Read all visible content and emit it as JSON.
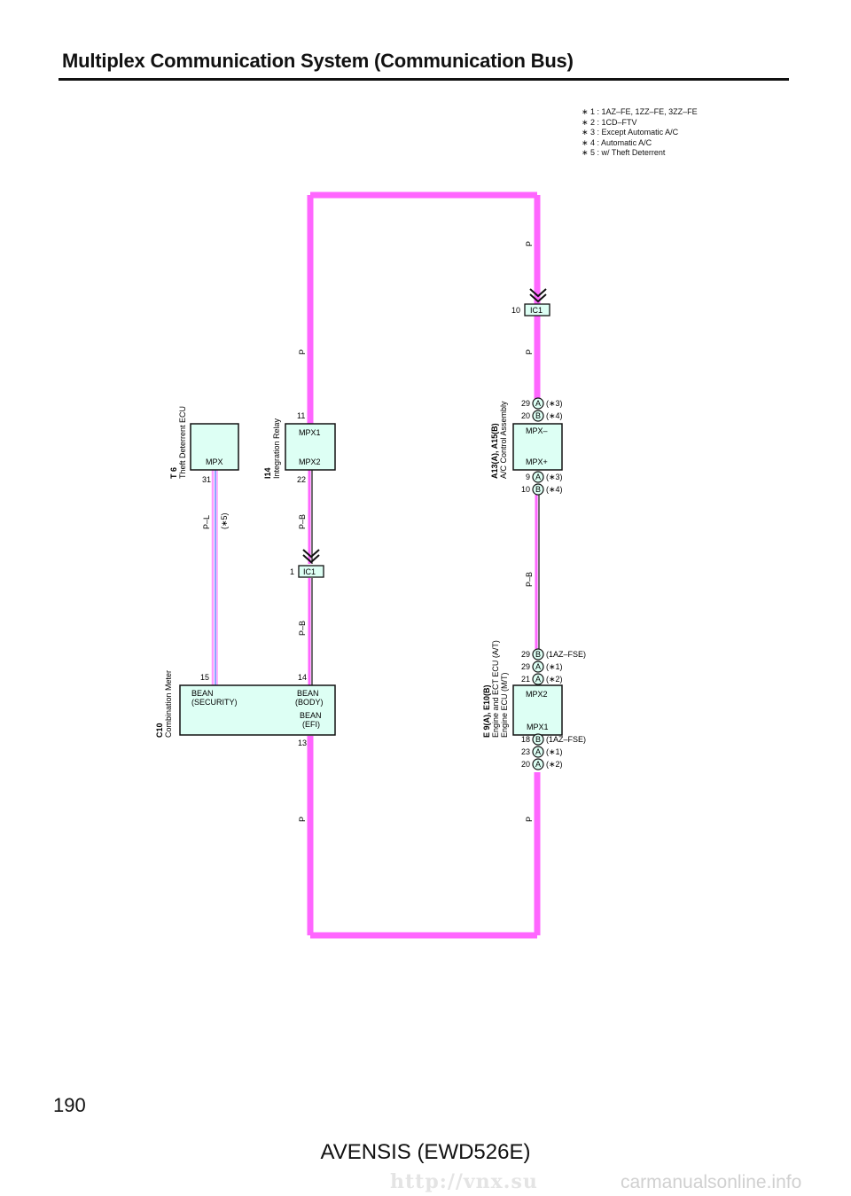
{
  "page": {
    "title": "Multiplex Communication System (Communication Bus)",
    "page_number": "190",
    "model": "AVENSIS (EWD526E)",
    "watermark_left": "http://vnx.su",
    "watermark_right": "carmanualsonline.info"
  },
  "notes": [
    "∗ 1 : 1AZ–FE,  1ZZ–FE,  3ZZ–FE",
    "∗ 2 : 1CD–FTV",
    "∗ 3 : Except Automatic A/C",
    "∗ 4 : Automatic A/C",
    "∗ 5 : w/ Theft Deterrent"
  ],
  "colors": {
    "bus_pink": "#ff66ff",
    "box_fill": "#ddfff4",
    "wire_blue": "#6688ff",
    "wire_dark": "#111111"
  },
  "components": {
    "t6": {
      "code": "T 6",
      "name": "Theft Deterrent ECU",
      "pin_label": "MPX",
      "pin": "31",
      "wire": "P–L",
      "note": "(∗5)"
    },
    "i14": {
      "code": "I14",
      "name": "Integration Relay",
      "pin1_label": "MPX1",
      "pin1": "11",
      "pin2_label": "MPX2",
      "pin2": "22",
      "wire_top": "P",
      "wire_bottom": "P–B"
    },
    "c10": {
      "code": "C10",
      "name": "Combination Meter",
      "left_label": "BEAN\n(SECURITY)",
      "body_label": "BEAN\n(BODY)",
      "efi_label": "BEAN\n(EFI)",
      "pin15": "15",
      "pin14": "14",
      "pin13": "13",
      "wire_bottom": "P"
    },
    "ic_left": {
      "pin": "1",
      "label": "IC1",
      "wire": "P–B"
    },
    "ic_right": {
      "pin": "10",
      "label": "IC1",
      "wire_top": "P",
      "wire_bottom": "P"
    },
    "a13": {
      "code": "A13(A), A15(B)",
      "name": "A/C Control Assembly",
      "top_label": "MPX–",
      "bottom_label": "MPX+",
      "top_pins": [
        {
          "num": "29",
          "conn": "A",
          "note": "(∗3)"
        },
        {
          "num": "20",
          "conn": "B",
          "note": "(∗4)"
        }
      ],
      "bottom_pins": [
        {
          "num": "9",
          "conn": "A",
          "note": "(∗3)"
        },
        {
          "num": "10",
          "conn": "B",
          "note": "(∗4)"
        }
      ],
      "wire": "P–B"
    },
    "e9": {
      "code": "E 9(A), E10(B)",
      "name1": "Engine and ECT ECU (A/T)",
      "name2": "Engine ECU (M/T)",
      "top_label": "MPX2",
      "bottom_label": "MPX1",
      "top_pins": [
        {
          "num": "29",
          "conn": "B",
          "note": "(1AZ–FSE)"
        },
        {
          "num": "29",
          "conn": "A",
          "note": "(∗1)"
        },
        {
          "num": "21",
          "conn": "A",
          "note": "(∗2)"
        }
      ],
      "bottom_pins": [
        {
          "num": "18",
          "conn": "B",
          "note": "(1AZ–FSE)"
        },
        {
          "num": "23",
          "conn": "A",
          "note": "(∗1)"
        },
        {
          "num": "20",
          "conn": "A",
          "note": "(∗2)"
        }
      ],
      "wire_bottom": "P"
    }
  }
}
